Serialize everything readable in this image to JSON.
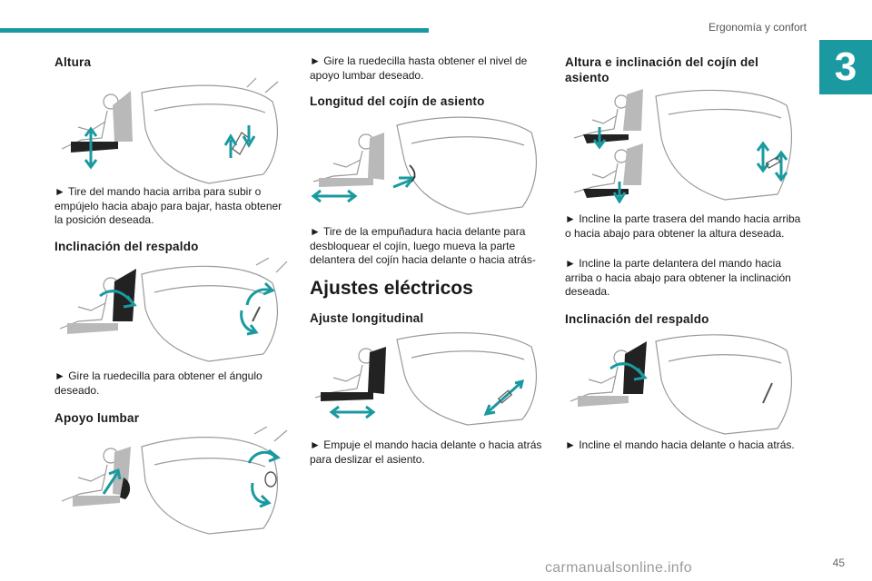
{
  "header": {
    "section": "Ergonomía y confort",
    "chapter": "3"
  },
  "col1": {
    "altura_title": "Altura",
    "altura_text": "► Tire del mando hacia arriba para subir o empújelo hacia abajo para bajar, hasta obtener la posición deseada.",
    "incl_title": "Inclinación del respaldo",
    "incl_text": "► Gire la ruedecilla para obtener el ángulo deseado.",
    "lumbar_title": "Apoyo lumbar"
  },
  "col2": {
    "lumbar_text": "► Gire la ruedecilla hasta obtener el nivel de apoyo lumbar deseado.",
    "long_title": "Longitud del cojín de asiento",
    "long_text": "► Tire de la empuñadura hacia delante para desbloquear el cojín, luego mueva la parte delantera del cojín hacia delante o hacia atrás-",
    "elec_title": "Ajustes eléctricos",
    "ajuste_title": "Ajuste longitudinal",
    "ajuste_text": "► Empuje el mando hacia delante o hacia atrás para deslizar el asiento."
  },
  "col3": {
    "cojin_title": "Altura e inclinación del cojín del asiento",
    "cojin_text1": "► Incline la parte trasera del mando hacia arriba o hacia abajo para obtener la altura deseada.",
    "cojin_text2": "► Incline la parte delantera del mando hacia arriba o hacia abajo para obtener la inclinación deseada.",
    "incl_title": "Inclinación del respaldo",
    "incl_text": "► Incline el mando hacia delante o hacia atrás."
  },
  "footer": {
    "page": "45",
    "watermark": "carmanualsonline.info"
  },
  "colors": {
    "accent": "#1a9aa0",
    "line": "#9a9a9a"
  }
}
